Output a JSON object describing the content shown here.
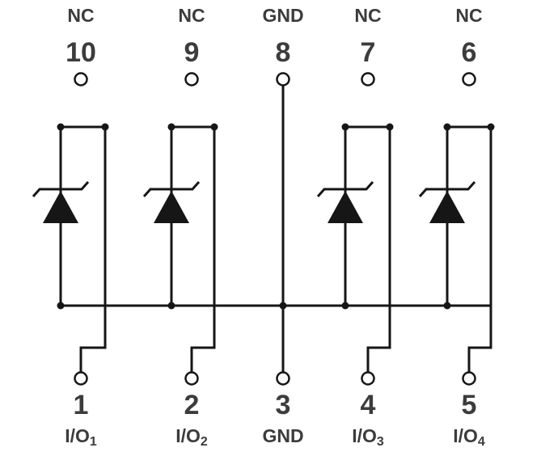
{
  "diagram": {
    "type": "schematic-pinout",
    "colors": {
      "background": "#ffffff",
      "lines": "#161616",
      "text": "#3c3c3c"
    }
  },
  "pins": {
    "top": [
      {
        "number": "10",
        "name": "NC"
      },
      {
        "number": "9",
        "name": "NC"
      },
      {
        "number": "8",
        "name": "GND"
      },
      {
        "number": "7",
        "name": "NC"
      },
      {
        "number": "6",
        "name": "NC"
      }
    ],
    "bottom": [
      {
        "number": "1",
        "name": "I/O",
        "subscript": "1"
      },
      {
        "number": "2",
        "name": "I/O",
        "subscript": "2"
      },
      {
        "number": "3",
        "name": "GND",
        "subscript": ""
      },
      {
        "number": "4",
        "name": "I/O",
        "subscript": "3"
      },
      {
        "number": "5",
        "name": "I/O",
        "subscript": "4"
      }
    ]
  },
  "components": [
    {
      "symbol": "tvs-zener-diode",
      "id": "D1"
    },
    {
      "symbol": "tvs-zener-diode",
      "id": "D2"
    },
    {
      "symbol": "tvs-zener-diode",
      "id": "D3"
    },
    {
      "symbol": "tvs-zener-diode",
      "id": "D4"
    }
  ]
}
